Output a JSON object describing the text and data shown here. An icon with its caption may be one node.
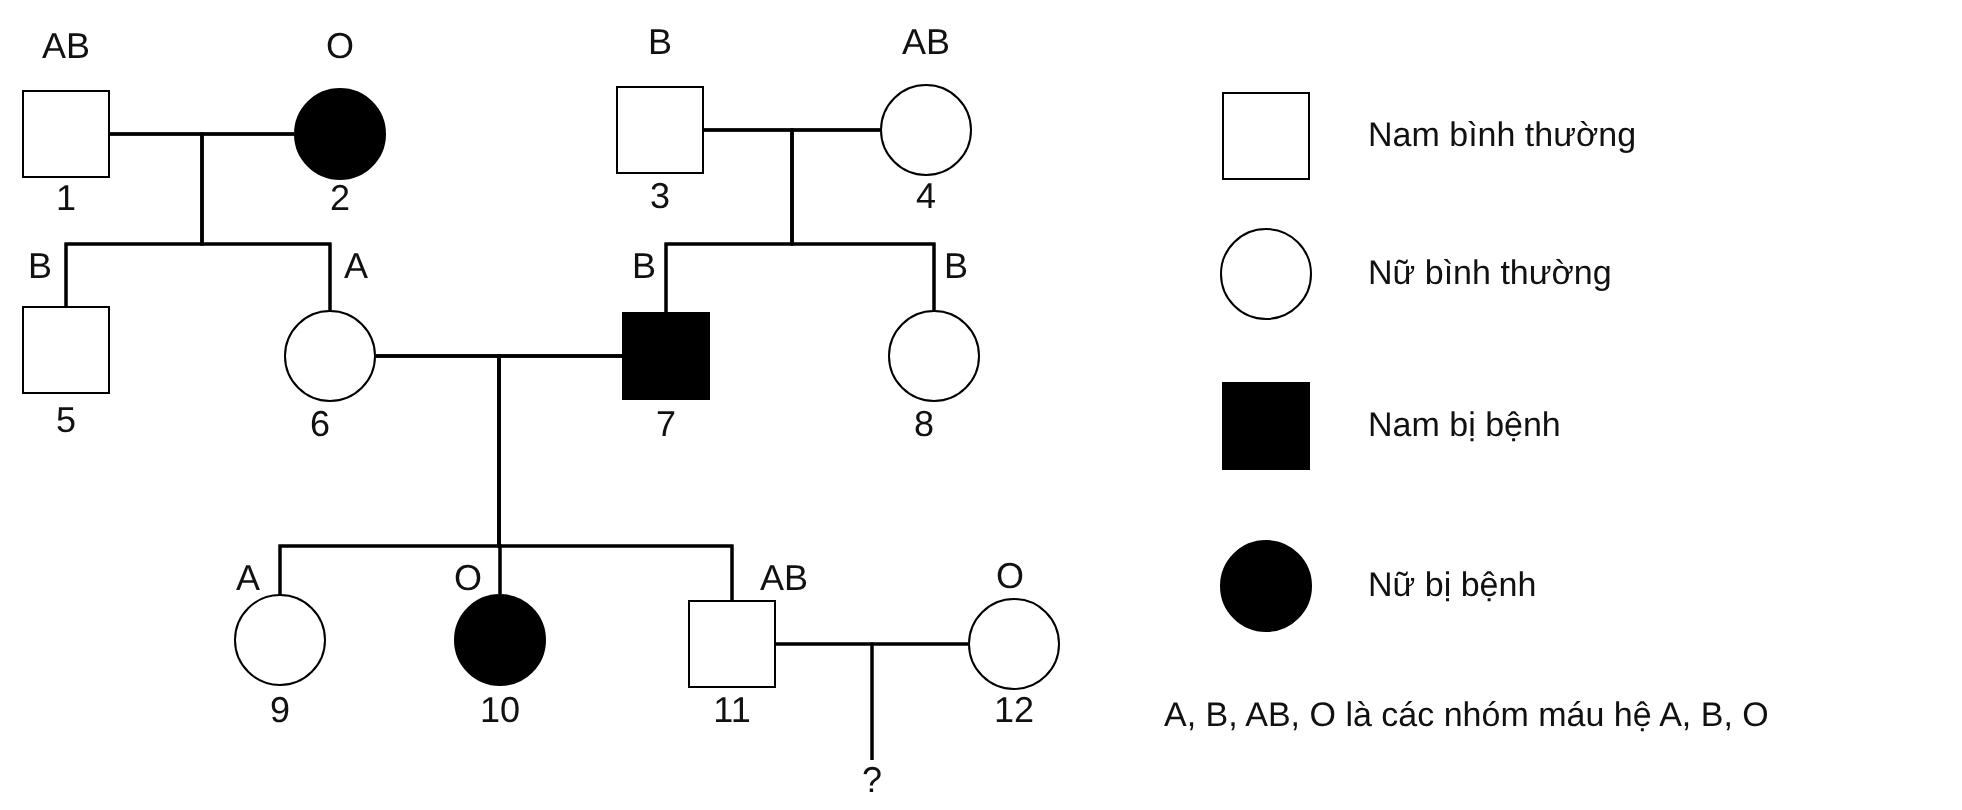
{
  "diagram": {
    "nodes": [
      {
        "text": [],
        "shape": "box",
        "beside": [
          "AB",
          "1"
        ]
      },
      {
        "text": [],
        "shape": "disc",
        "beside": [
          "O",
          "2"
        ]
      },
      {
        "text": [],
        "shape": "box",
        "beside": [
          "B",
          "3"
        ]
      },
      {
        "text": [],
        "shape": "circle",
        "beside": [
          "AB",
          "4"
        ]
      },
      {
        "text": [],
        "shape": "box",
        "beside": [
          "B",
          "5"
        ]
      },
      {
        "text": [],
        "shape": "circle",
        "beside": [
          "A",
          "6"
        ]
      },
      {
        "text": [],
        "shape": "block",
        "beside": [
          "B",
          "7"
        ]
      },
      {
        "text": [],
        "shape": "circle",
        "beside": [
          "B",
          "8"
        ]
      },
      {
        "text": [],
        "shape": "circle",
        "beside": [
          "A",
          "9"
        ]
      },
      {
        "text": [],
        "shape": "disc",
        "beside": [
          "O",
          "10"
        ]
      },
      {
        "text": [],
        "shape": "box",
        "beside": [
          "AB",
          "11"
        ]
      },
      {
        "text": [],
        "shape": "circle",
        "beside": [
          "O",
          "12"
        ]
      },
      {
        "text": [
          "?"
        ]
      }
    ],
    "edges": [
      {
        "from": 0,
        "to": 1,
        "arrow": "none"
      },
      {
        "from": 0,
        "to": 4,
        "arrow": "none"
      },
      {
        "from": 1,
        "to": 4,
        "arrow": "none"
      },
      {
        "from": 0,
        "to": 5,
        "arrow": "none"
      },
      {
        "from": 1,
        "to": 5,
        "arrow": "none"
      },
      {
        "from": 2,
        "to": 3,
        "arrow": "none"
      },
      {
        "from": 2,
        "to": 6,
        "arrow": "none"
      },
      {
        "from": 3,
        "to": 6,
        "arrow": "none"
      },
      {
        "from": 2,
        "to": 7,
        "arrow": "none"
      },
      {
        "from": 3,
        "to": 7,
        "arrow": "none"
      },
      {
        "from": 5,
        "to": 6,
        "arrow": "none"
      },
      {
        "from": 5,
        "to": 8,
        "arrow": "none"
      },
      {
        "from": 6,
        "to": 8,
        "arrow": "none"
      },
      {
        "from": 5,
        "to": 9,
        "arrow": "none"
      },
      {
        "from": 6,
        "to": 9,
        "arrow": "none"
      },
      {
        "from": 5,
        "to": 10,
        "arrow": "none"
      },
      {
        "from": 6,
        "to": 10,
        "arrow": "none"
      },
      {
        "from": 10,
        "to": 11,
        "arrow": "none"
      },
      {
        "from": 10,
        "to": 12,
        "arrow": "none"
      },
      {
        "from": 11,
        "to": 12,
        "arrow": "none"
      }
    ],
    "labels": [
      "A, B, AB, O là các nhóm máu hệ A, B, O"
    ],
    "legend": [
      {
        "text": "Nam bình thường"
      },
      {
        "text": "Nữ bình thường"
      },
      {
        "text": "Nam bị bệnh"
      },
      {
        "text": "Nữ bị bệnh"
      }
    ]
  }
}
